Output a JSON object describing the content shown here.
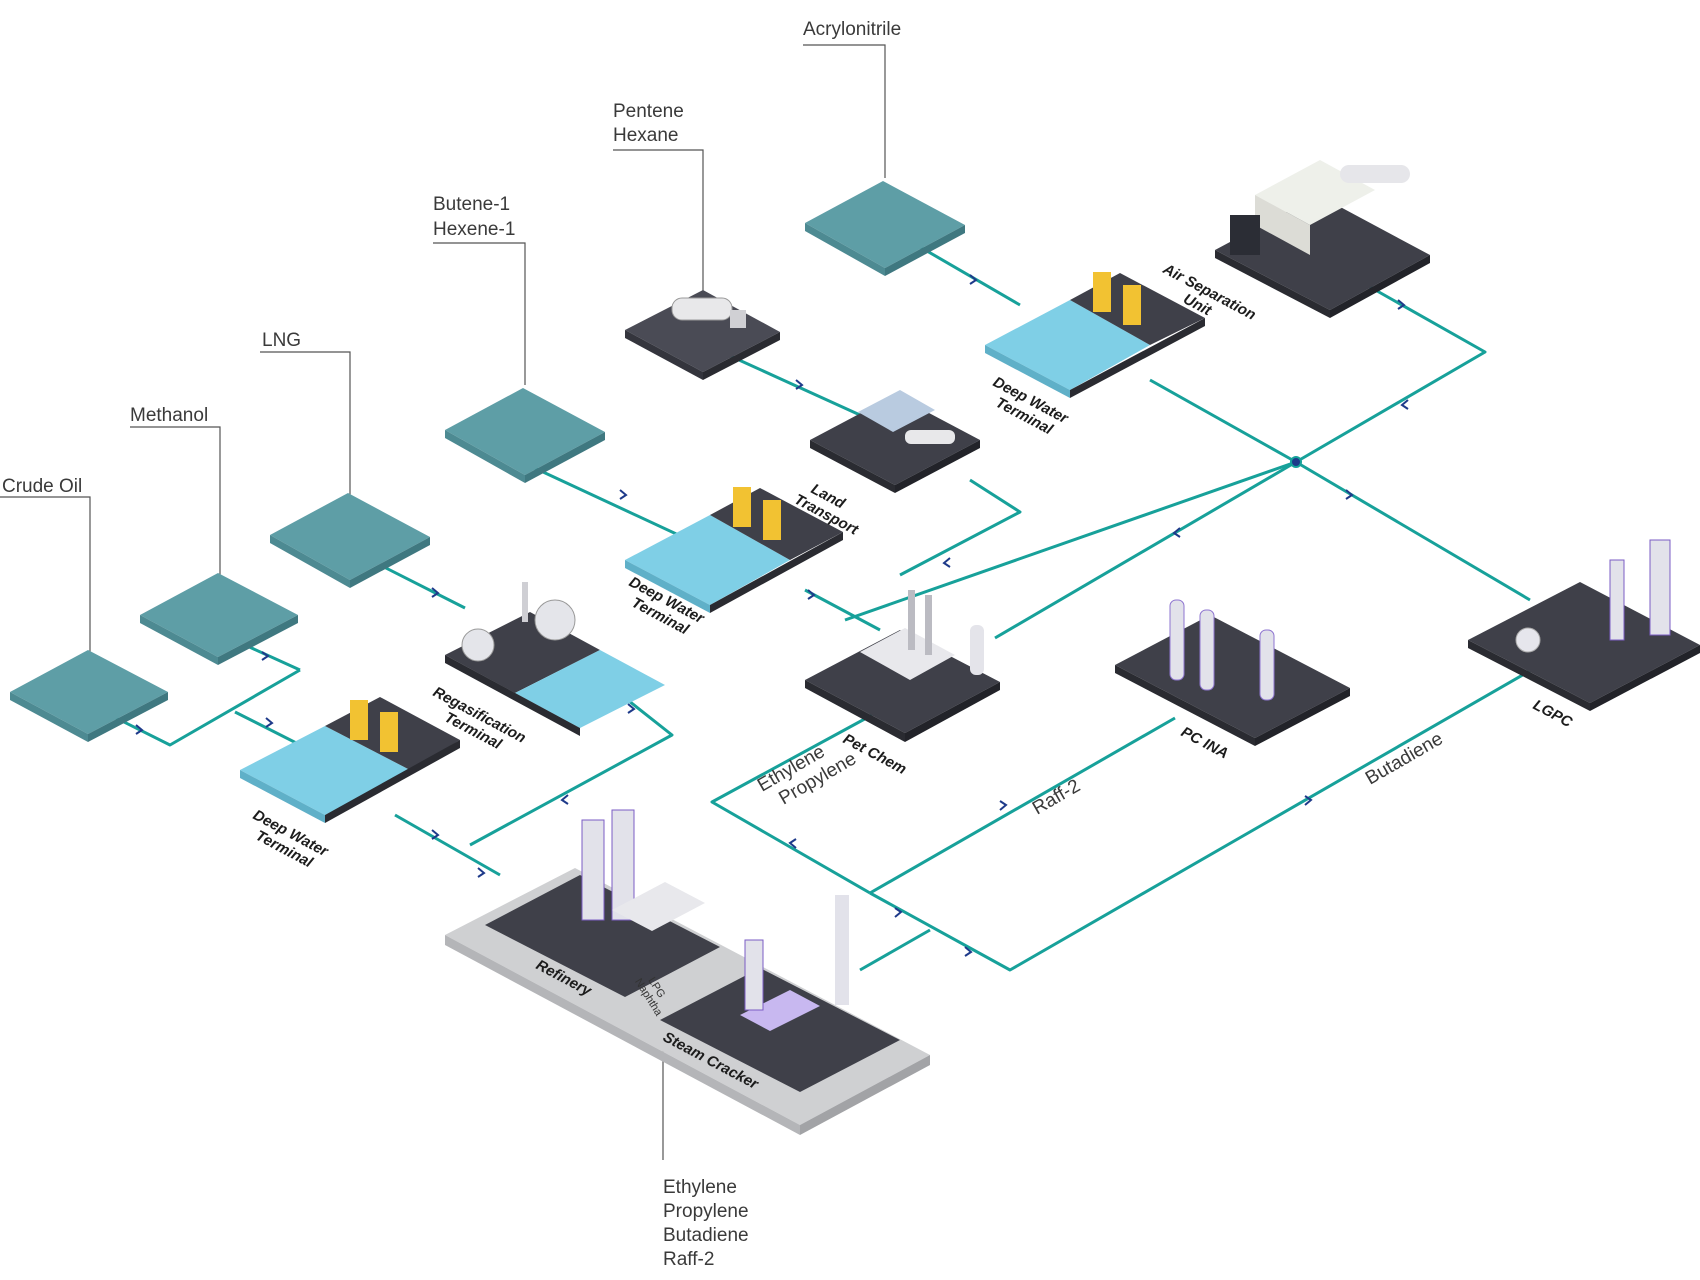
{
  "colors": {
    "pipe": "#17a19a",
    "arrow": "#1e3a8a",
    "sea_dark": "#5e9ea6",
    "sea_light": "#7fcfe6",
    "slab": "#3f4049",
    "refinery_pad": "#cfd0d2",
    "purple": "#7b5cc4"
  },
  "callouts": {
    "crude_oil": "Crude Oil",
    "methanol": "Methanol",
    "lng": "LNG",
    "butene": [
      "Butene-1",
      "Hexene-1"
    ],
    "pentene": [
      "Pentene",
      "Hexane"
    ],
    "acrylonitrile": "Acrylonitrile",
    "cracker_products": [
      "Ethylene",
      "Propylene",
      "Butadiene",
      "Raff-2"
    ]
  },
  "plant_labels": {
    "deep_water_1": [
      "Deep Water",
      "Terminal"
    ],
    "deep_water_2": [
      "Deep Water",
      "Terminal"
    ],
    "deep_water_3": [
      "Deep Water",
      "Terminal"
    ],
    "regas": [
      "Regasification",
      "Terminal"
    ],
    "land_transport": [
      "Land",
      "Transport"
    ],
    "air_separation": [
      "Air Separation",
      "Unit"
    ],
    "pet_chem": "Pet Chem",
    "pc_ina": "PC INA",
    "lgpc": "LGPC",
    "refinery": "Refinery",
    "steam_cracker": "Steam Cracker",
    "lpg_naphtha": [
      "LPG",
      "Naphtha"
    ]
  },
  "flow_labels": {
    "ethylene_propylene": [
      "Ethylene",
      "Propylene"
    ],
    "raff2": "Raff-2",
    "butadiene": "Butadiene"
  }
}
